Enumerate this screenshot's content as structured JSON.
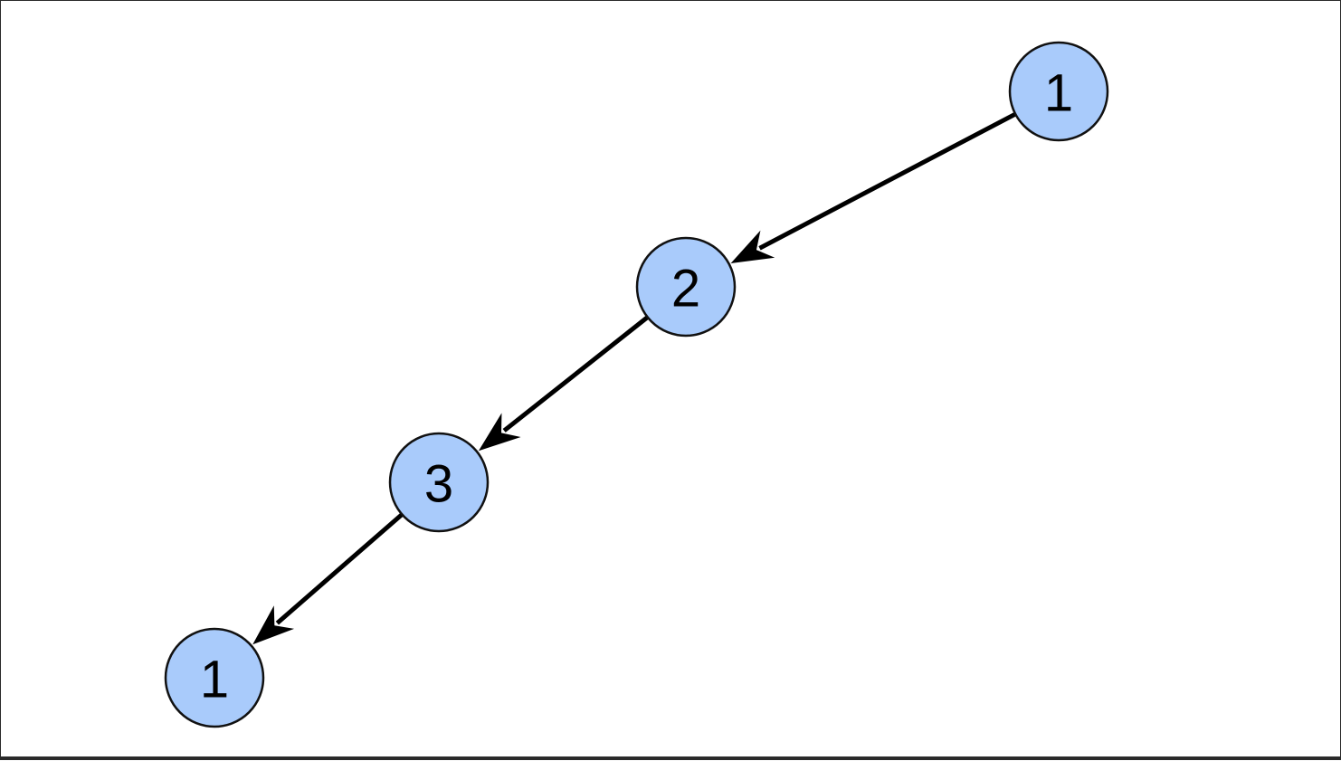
{
  "diagram": {
    "colors": {
      "node_fill": "#a9cbfb",
      "node_stroke": "#111111",
      "edge": "#000000"
    },
    "nodes": [
      {
        "id": "a",
        "label": "1"
      },
      {
        "id": "b",
        "label": "2"
      },
      {
        "id": "c",
        "label": "3"
      },
      {
        "id": "d",
        "label": "1"
      }
    ],
    "edges": [
      {
        "from": "a",
        "to": "b"
      },
      {
        "from": "b",
        "to": "c"
      },
      {
        "from": "c",
        "to": "d"
      }
    ]
  }
}
